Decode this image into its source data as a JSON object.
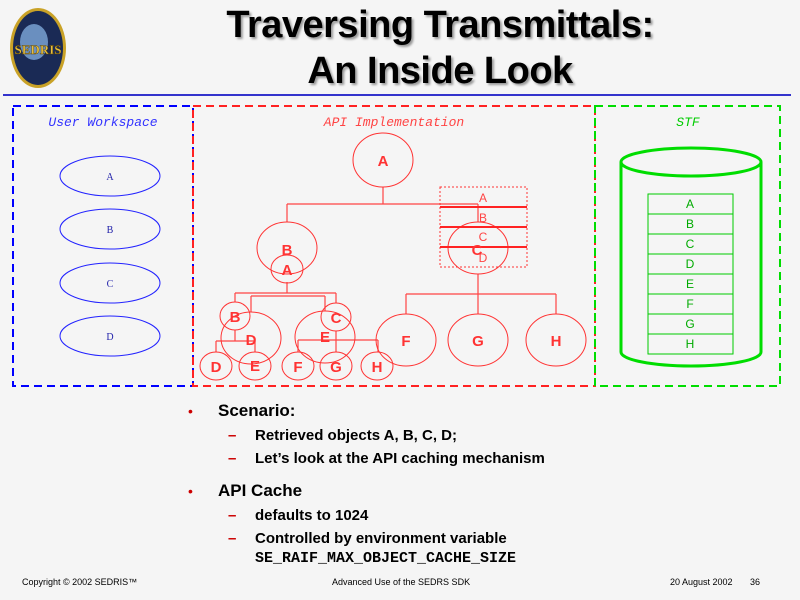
{
  "title": {
    "line1": "Traversing Transmittals:",
    "line2": "An Inside Look"
  },
  "logo_text": "SEDRIS",
  "panels": {
    "user": {
      "label": "User Workspace",
      "items": [
        "A",
        "B",
        "C",
        "D"
      ],
      "color": "#0000ff"
    },
    "api": {
      "label": "API Implementation",
      "color": "#ff3333",
      "tree": {
        "root": "A",
        "level2": [
          "B",
          "C"
        ],
        "b_inner": "A",
        "b_children": [
          "B",
          "C"
        ],
        "b_mid": [
          "D",
          "E"
        ],
        "leaves": [
          "D",
          "E",
          "F",
          "G",
          "H"
        ],
        "c_children": [
          "F",
          "G",
          "H"
        ],
        "cache_stack": [
          "A",
          "B",
          "C",
          "D"
        ]
      }
    },
    "stf": {
      "label": "STF",
      "items": [
        "A",
        "B",
        "C",
        "D",
        "E",
        "F",
        "G",
        "H"
      ],
      "color": "#00cc00"
    }
  },
  "bullets": [
    {
      "label": "Scenario:",
      "subs": [
        "Retrieved objects A, B, C, D;",
        "Let’s look at the API caching mechanism"
      ]
    },
    {
      "label": "API Cache",
      "subs": [
        "defaults to 1024",
        "Controlled by environment variable"
      ],
      "code": "SE_RAIF_MAX_OBJECT_CACHE_SIZE"
    }
  ],
  "bullet_char": "•",
  "dash_char": "–",
  "footer": {
    "left": "Copyright © 2002 SEDRIS™",
    "center": "Advanced Use of the SEDRS SDK",
    "date": "20 August 2002",
    "page": "36"
  }
}
